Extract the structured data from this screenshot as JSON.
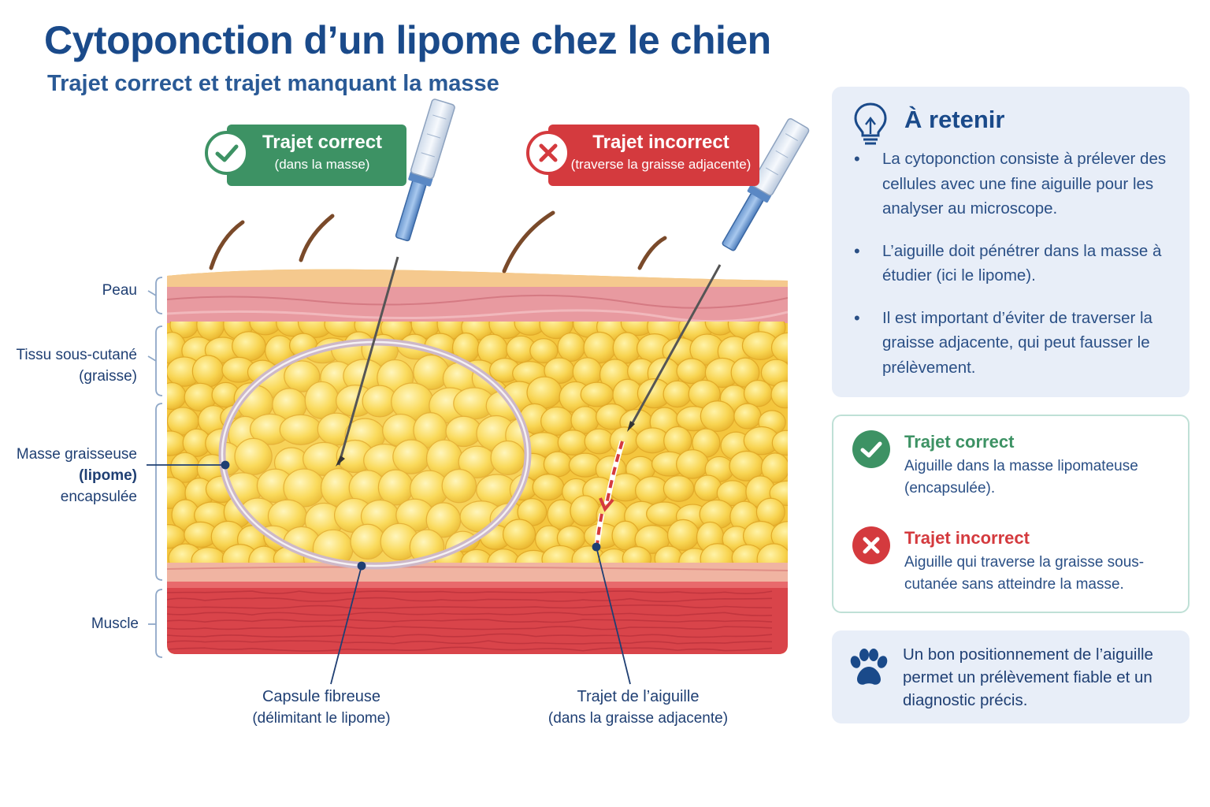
{
  "header": {
    "title": "Cytoponction d’un lipome chez le chien",
    "subtitle": "Trajet correct et trajet manquant la masse"
  },
  "badges": {
    "correct": {
      "title": "Trajet correct",
      "sub": "(dans la masse)"
    },
    "incorrect": {
      "title": "Trajet incorrect",
      "sub": "(traverse la graisse adjacente)"
    }
  },
  "labels": {
    "skin": "Peau",
    "subcut_1": "Tissu sous-cutané",
    "subcut_2": "(graisse)",
    "mass_1": "Masse graisseuse",
    "mass_2": "(lipome)",
    "mass_3": "encapsulée",
    "muscle": "Muscle"
  },
  "captions": {
    "capsule_title": "Capsule fibreuse",
    "capsule_sub": "(délimitant le lipome)",
    "path_title": "Trajet de l’aiguille",
    "path_sub": "(dans la graisse adjacente)"
  },
  "retenir": {
    "heading": "À retenir",
    "points": [
      "La cytoponction consiste à prélever des cellules avec une fine aiguille pour les analyser au microscope.",
      "L’aiguille doit pénétrer dans la masse à étudier (ici le lipome).",
      "Il est important d’éviter de traverser la graisse adjacente, qui peut fausser le prélèvement."
    ]
  },
  "trajets": {
    "correct_title": "Trajet correct",
    "correct_desc": "Aiguille dans la masse lipomateuse (encapsulée).",
    "incorrect_title": "Trajet incorrect",
    "incorrect_desc": "Aiguille qui traverse la graisse sous-cutanée sans atteindre la masse."
  },
  "tip": {
    "text": "Un bon positionnement de l’aiguille permet un prélèvement fiable et un diagnostic précis."
  },
  "icons": {
    "check": "check-icon",
    "cross": "cross-icon",
    "bulb": "lightbulb-icon",
    "paw": "paw-icon"
  },
  "colors": {
    "title_blue": "#1a4a8a",
    "correct_green": "#3d9264",
    "incorrect_red": "#d43a3e",
    "fat_yellow": "#f7cf48",
    "muscle_red": "#d9444a",
    "skin_pink": "#e89aa0",
    "panel_bg": "#e8eef8"
  }
}
